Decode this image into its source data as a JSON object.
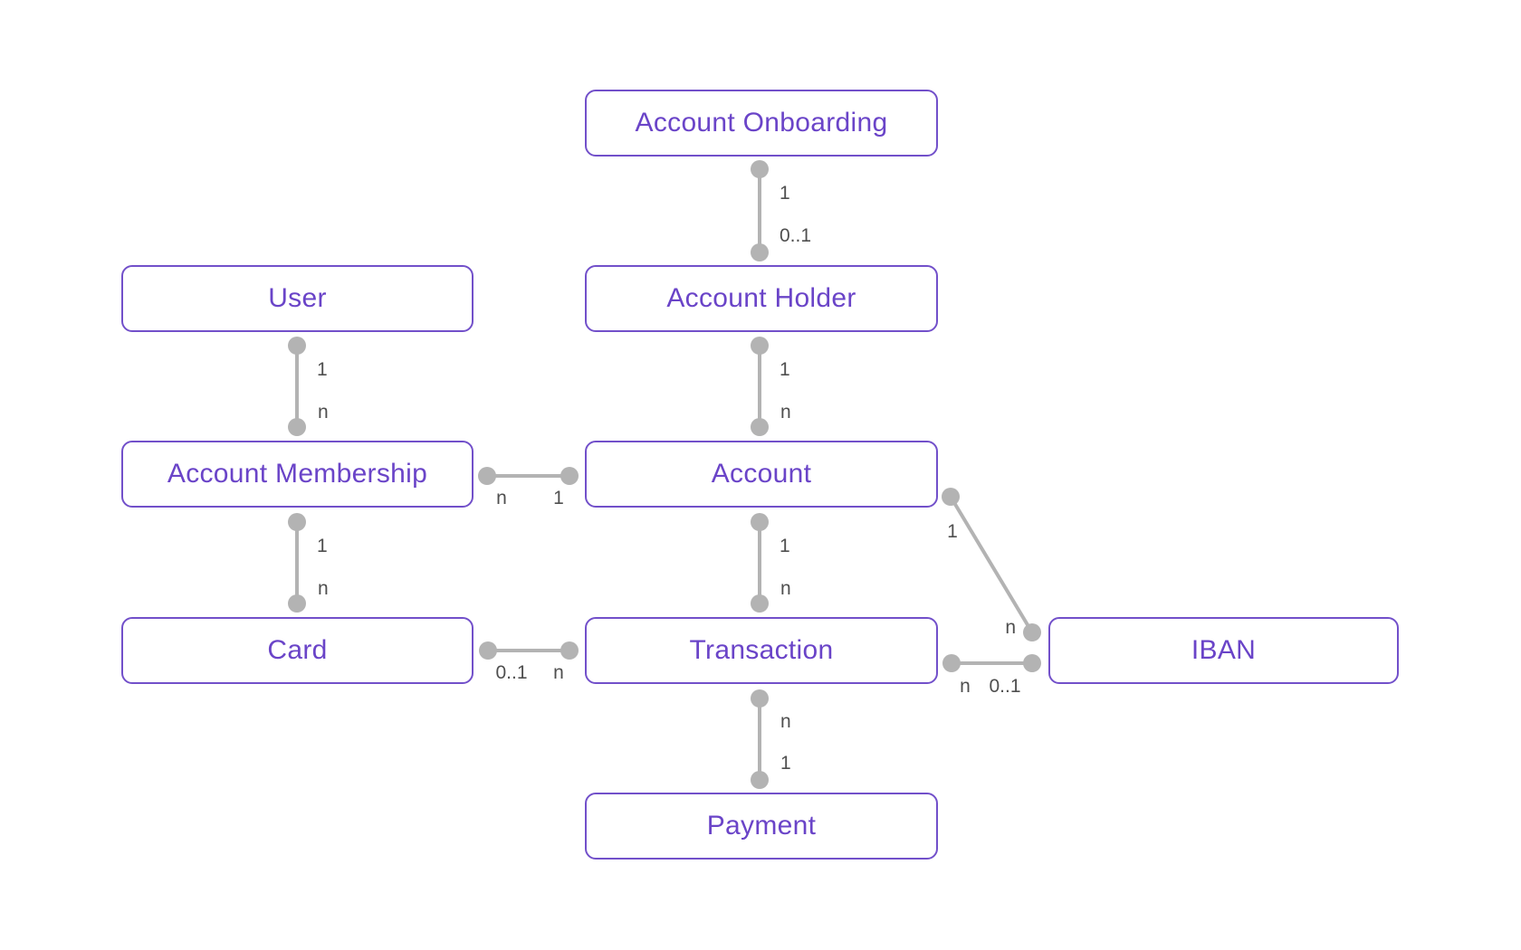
{
  "diagram": {
    "type": "entity-relationship",
    "background_color": "#ffffff",
    "colors": {
      "entity_border": "#7250ca",
      "entity_text": "#6a44c8",
      "connector": "#b3b3b3",
      "cardinality_text": "#4f4f4f"
    },
    "entities": [
      {
        "id": "account-onboarding",
        "label": "Account Onboarding"
      },
      {
        "id": "user",
        "label": "User"
      },
      {
        "id": "account-holder",
        "label": "Account Holder"
      },
      {
        "id": "account-membership",
        "label": "Account Membership"
      },
      {
        "id": "account",
        "label": "Account"
      },
      {
        "id": "card",
        "label": "Card"
      },
      {
        "id": "transaction",
        "label": "Transaction"
      },
      {
        "id": "iban",
        "label": "IBAN"
      },
      {
        "id": "payment",
        "label": "Payment"
      }
    ],
    "relations": [
      {
        "from": "account-onboarding",
        "to": "account-holder",
        "cardinality_from": "1",
        "cardinality_to": "0..1"
      },
      {
        "from": "user",
        "to": "account-membership",
        "cardinality_from": "1",
        "cardinality_to": "n"
      },
      {
        "from": "account-holder",
        "to": "account",
        "cardinality_from": "1",
        "cardinality_to": "n"
      },
      {
        "from": "account-membership",
        "to": "account",
        "cardinality_from": "n",
        "cardinality_to": "1"
      },
      {
        "from": "account-membership",
        "to": "card",
        "cardinality_from": "1",
        "cardinality_to": "n"
      },
      {
        "from": "account",
        "to": "transaction",
        "cardinality_from": "1",
        "cardinality_to": "n"
      },
      {
        "from": "account",
        "to": "iban",
        "cardinality_from": "1",
        "cardinality_to": "n"
      },
      {
        "from": "card",
        "to": "transaction",
        "cardinality_from": "0..1",
        "cardinality_to": "n"
      },
      {
        "from": "transaction",
        "to": "iban",
        "cardinality_from": "n",
        "cardinality_to": "0..1"
      },
      {
        "from": "transaction",
        "to": "payment",
        "cardinality_from": "n",
        "cardinality_to": "1"
      }
    ]
  }
}
